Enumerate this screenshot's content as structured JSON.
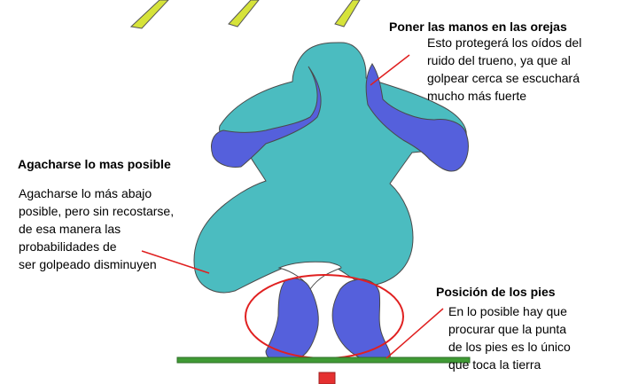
{
  "colors": {
    "body": "#4bbcc0",
    "hands_feet": "#5560dc",
    "lightning": "#d6e33a",
    "ground": "#3f9a34",
    "pointer": "#e02020",
    "marker": "#e53030"
  },
  "annotations": {
    "ears": {
      "title": "Poner las manos en las orejas",
      "lines": [
        "Esto protegerá los oídos del",
        "ruido del trueno, ya que al",
        "golpear cerca se escuchará",
        "mucho más fuerte"
      ]
    },
    "crouch": {
      "title": "Agacharse lo mas posible",
      "lines": [
        "Agacharse lo más abajo",
        "posible, pero sin recostarse,",
        "de esa manera las",
        "probabilidades de",
        "ser golpeado disminuyen"
      ]
    },
    "feet": {
      "title": "Posición de los pies",
      "lines": [
        "En lo posible hay que",
        "procurar que la punta",
        "de los pies es lo único",
        "que toca la tierra"
      ]
    }
  }
}
